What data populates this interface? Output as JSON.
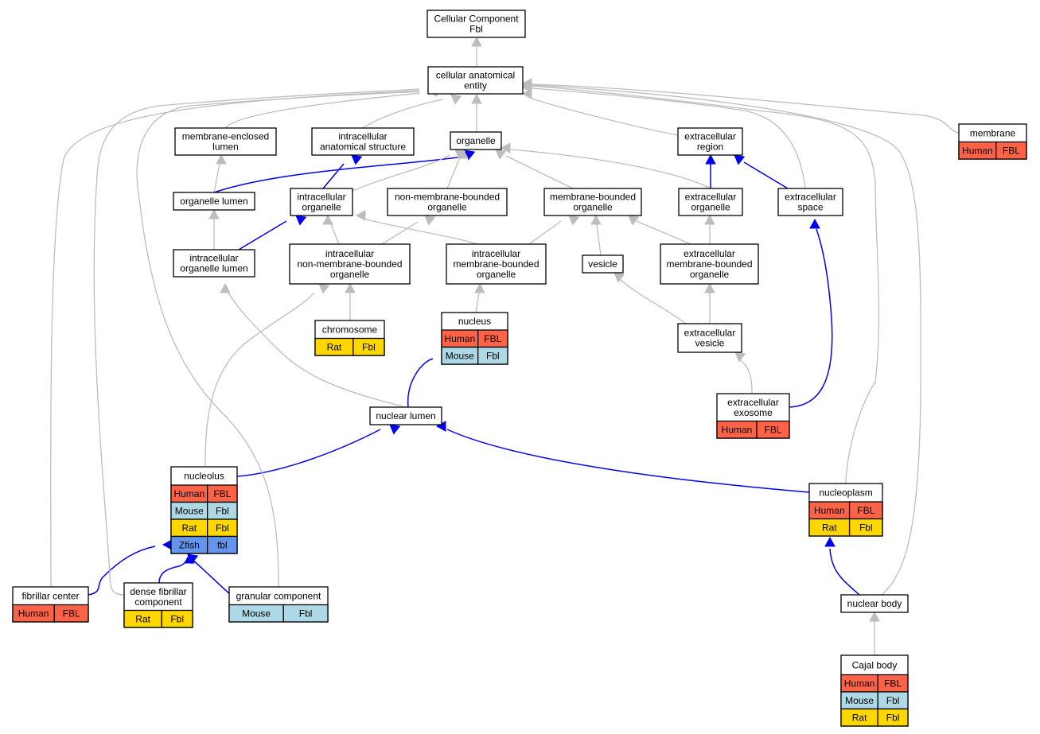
{
  "colors": {
    "human": "#ff6347",
    "mouse": "#add8e6",
    "rat": "#ffd700",
    "zfish": "#6495ed",
    "edge_is_a": "#bdbdbd",
    "edge_part_of": "#0000ee"
  },
  "nodes": [
    {
      "id": "root",
      "label": "Cellular Component",
      "label2": "Fbl"
    },
    {
      "id": "cae",
      "label": "cellular anatomical",
      "label2": "entity"
    },
    {
      "id": "mel",
      "label": "membrane-enclosed",
      "label2": "lumen"
    },
    {
      "id": "ias",
      "label": "intracellular",
      "label2": "anatomical structure"
    },
    {
      "id": "organelle",
      "label": "organelle"
    },
    {
      "id": "ecr",
      "label": "extracellular",
      "label2": "region"
    },
    {
      "id": "membrane",
      "label": "membrane",
      "genes": [
        {
          "species": "Human",
          "gene": "FBL",
          "color": "human"
        }
      ]
    },
    {
      "id": "orglumen",
      "label": "organelle lumen"
    },
    {
      "id": "intraorg",
      "label": "intracellular",
      "label2": "organelle"
    },
    {
      "id": "nmbo",
      "label": "non-membrane-bounded",
      "label2": "organelle"
    },
    {
      "id": "mbo",
      "label": "membrane-bounded",
      "label2": "organelle"
    },
    {
      "id": "eco",
      "label": "extracellular",
      "label2": "organelle"
    },
    {
      "id": "ecs",
      "label": "extracellular",
      "label2": "space"
    },
    {
      "id": "iol",
      "label": "intracellular",
      "label2": "organelle lumen"
    },
    {
      "id": "inmbo",
      "label": "intracellular",
      "label2": "non-membrane-bounded",
      "label3": "organelle"
    },
    {
      "id": "imbo",
      "label": "intracellular",
      "label2": "membrane-bounded",
      "label3": "organelle"
    },
    {
      "id": "vesicle",
      "label": "vesicle"
    },
    {
      "id": "embo",
      "label": "extracellular",
      "label2": "membrane-bounded",
      "label3": "organelle"
    },
    {
      "id": "chromosome",
      "label": "chromosome",
      "genes": [
        {
          "species": "Rat",
          "gene": "Fbl",
          "color": "rat"
        }
      ]
    },
    {
      "id": "nucleus",
      "label": "nucleus",
      "genes": [
        {
          "species": "Human",
          "gene": "FBL",
          "color": "human"
        },
        {
          "species": "Mouse",
          "gene": "Fbl",
          "color": "mouse"
        }
      ]
    },
    {
      "id": "ecv",
      "label": "extracellular",
      "label2": "vesicle"
    },
    {
      "id": "nuclumen",
      "label": "nuclear lumen"
    },
    {
      "id": "exosome",
      "label": "extracellular",
      "label2": "exosome",
      "genes": [
        {
          "species": "Human",
          "gene": "FBL",
          "color": "human"
        }
      ]
    },
    {
      "id": "nucleolus",
      "label": "nucleolus",
      "genes": [
        {
          "species": "Human",
          "gene": "FBL",
          "color": "human"
        },
        {
          "species": "Mouse",
          "gene": "Fbl",
          "color": "mouse"
        },
        {
          "species": "Rat",
          "gene": "Fbl",
          "color": "rat"
        },
        {
          "species": "Zfish",
          "gene": "fbl",
          "color": "zfish"
        }
      ]
    },
    {
      "id": "nucleoplasm",
      "label": "nucleoplasm",
      "genes": [
        {
          "species": "Human",
          "gene": "FBL",
          "color": "human"
        },
        {
          "species": "Rat",
          "gene": "Fbl",
          "color": "rat"
        }
      ]
    },
    {
      "id": "fibcenter",
      "label": "fibrillar center",
      "genes": [
        {
          "species": "Human",
          "gene": "FBL",
          "color": "human"
        }
      ]
    },
    {
      "id": "dfc",
      "label": "dense fibrillar",
      "label2": "component",
      "genes": [
        {
          "species": "Rat",
          "gene": "Fbl",
          "color": "rat"
        }
      ]
    },
    {
      "id": "granular",
      "label": "granular component",
      "genes": [
        {
          "species": "Mouse",
          "gene": "Fbl",
          "color": "mouse"
        }
      ]
    },
    {
      "id": "nucbody",
      "label": "nuclear body"
    },
    {
      "id": "cajal",
      "label": "Cajal body",
      "genes": [
        {
          "species": "Human",
          "gene": "FBL",
          "color": "human"
        },
        {
          "species": "Mouse",
          "gene": "Fbl",
          "color": "mouse"
        },
        {
          "species": "Rat",
          "gene": "Fbl",
          "color": "rat"
        }
      ]
    }
  ]
}
